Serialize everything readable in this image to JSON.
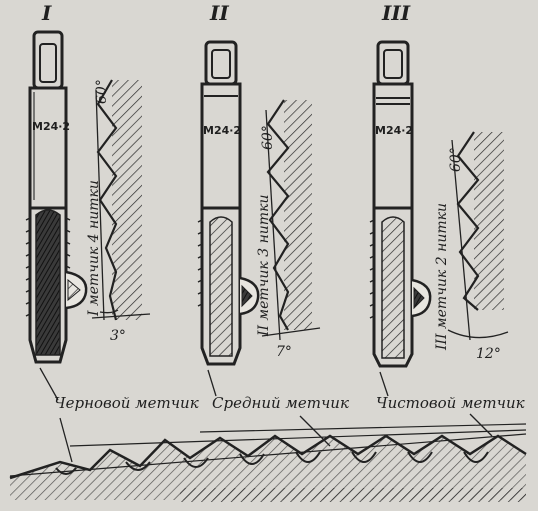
{
  "figure": {
    "taps": [
      {
        "numeral": "I",
        "marking": "M24·2",
        "angle_thread": "60°",
        "note": "I метчик 4 нитки",
        "angle_taper": "3°"
      },
      {
        "numeral": "II",
        "marking": "M24·2",
        "angle_thread": "60°",
        "note": "II метчик 3 нитки",
        "angle_taper": "7°"
      },
      {
        "numeral": "III",
        "marking": "M24·2",
        "angle_thread": "60°",
        "note": "III метчик 2 нитки",
        "angle_taper": "12°"
      }
    ],
    "captions": [
      "Черновой метчик",
      "Средний метчик",
      "Чистовой метчик"
    ]
  }
}
